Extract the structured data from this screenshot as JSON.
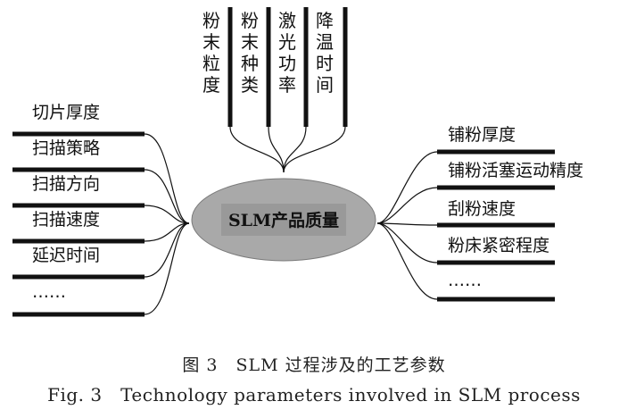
{
  "diagram": {
    "center": "SLM产品质量",
    "top": [
      "粉末粒度",
      "粉末种类",
      "激光功率",
      "降温时间"
    ],
    "left": [
      "切片厚度",
      "扫描策略",
      "扫描方向",
      "扫描速度",
      "延迟时间",
      "……"
    ],
    "right": [
      "铺粉厚度",
      "铺粉活塞运动精度",
      "刮粉速度",
      "粉床紧密程度",
      "……"
    ]
  },
  "caption": {
    "cn": "图 3　SLM 过程涉及的工艺参数",
    "en": "Fig. 3　Technology parameters involved in SLM process"
  },
  "colors": {
    "ellipse": "#a9a9a9",
    "ellipse_stroke": "#7a7a7a",
    "label_box": "#999999",
    "line": "#111111"
  }
}
